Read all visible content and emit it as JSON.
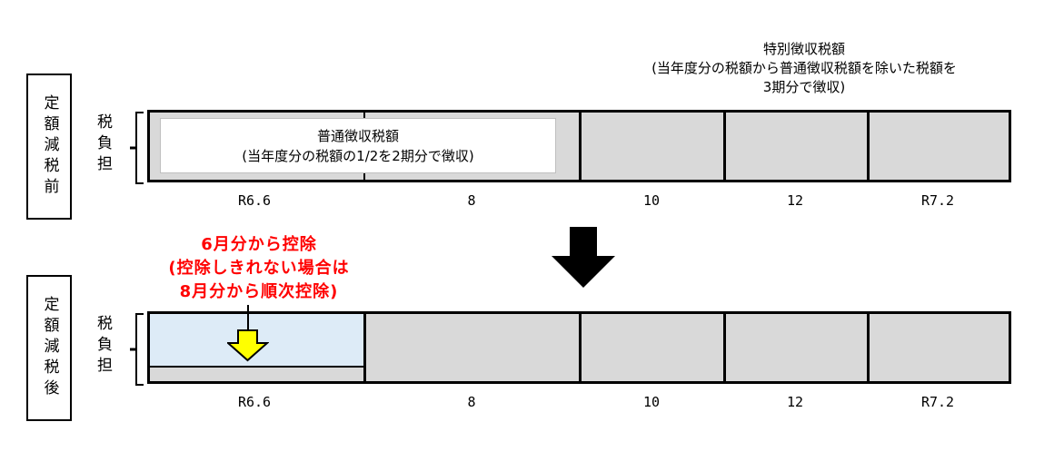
{
  "before": {
    "label": "定額減税前",
    "burden_label": "税負担",
    "ordinary_collection": {
      "title": "普通徴収税額",
      "note": "(当年度分の税額の1/2を2期分で徴収)"
    },
    "special_collection": {
      "title": "特別徴収税額",
      "note_line1": "(当年度分の税額から普通徴収税額を除いた税額を",
      "note_line2": "3期分で徴収)"
    },
    "ticks": [
      "R6.6",
      "8",
      "10",
      "12",
      "R7.2"
    ]
  },
  "after": {
    "label": "定額減税後",
    "burden_label": "税負担",
    "deduction_note": {
      "line1": "6月分から控除",
      "line2": "(控除しきれない場合は",
      "line3": "8月分から順次控除)"
    },
    "ticks": [
      "R6.6",
      "8",
      "10",
      "12",
      "R7.2"
    ]
  },
  "icons": {
    "transition_arrow": "down-arrow-icon",
    "deduction_arrow": "down-arrow-icon"
  },
  "colors": {
    "cell_grey": "#d9d9d9",
    "deducted_blue": "#ddebf7",
    "arrow_yellow": "#ffff00",
    "note_red": "#ff0000",
    "border": "#000000"
  }
}
